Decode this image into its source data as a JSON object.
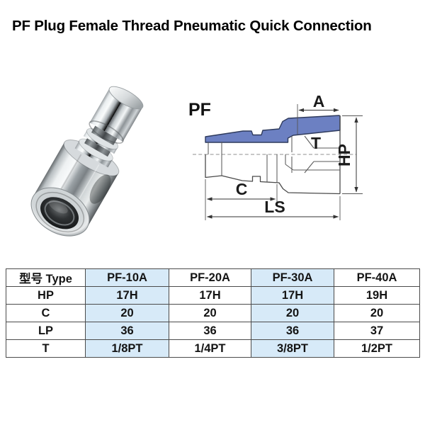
{
  "title": "PF Plug Female Thread Pneumatic Quick Connection",
  "diagram": {
    "labels": {
      "series": "PF",
      "dim_a": "A",
      "dim_t": "T",
      "dim_hp": "HP",
      "dim_c": "C",
      "dim_ls": "LS"
    }
  },
  "colors": {
    "diagram_fill": "#6c80c2",
    "table_highlight": "#d7eaf8"
  },
  "table": {
    "header": [
      "型号 Type",
      "PF-10A",
      "PF-20A",
      "PF-30A",
      "PF-40A"
    ],
    "rows": [
      {
        "label": "HP",
        "values": [
          "17H",
          "17H",
          "17H",
          "19H"
        ]
      },
      {
        "label": "C",
        "values": [
          "20",
          "20",
          "20",
          "20"
        ]
      },
      {
        "label": "LP",
        "values": [
          "36",
          "36",
          "36",
          "37"
        ]
      },
      {
        "label": "T",
        "values": [
          "1/8PT",
          "1/4PT",
          "3/8PT",
          "1/2PT"
        ]
      }
    ]
  }
}
